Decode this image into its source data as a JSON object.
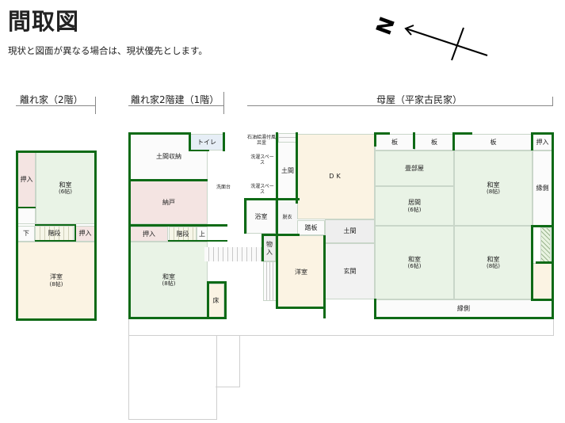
{
  "title": "間取図",
  "note": "現状と図面が異なる場合は、現状優先とします。",
  "compass": {
    "label": "N"
  },
  "sections": {
    "annex_2f": "離れ家（2階）",
    "annex_1f": "離れ家2階建（1階）",
    "main": "母屋（平家古民家）"
  },
  "annex_2f": {
    "oshiire1": "押入",
    "washitsu": "和室",
    "washitsu_size": "(6帖)",
    "down": "下",
    "stairs": "階段",
    "oshiire2": "押入",
    "yoshitsu": "洋室",
    "yoshitsu_size": "(8帖)"
  },
  "annex_1f": {
    "doma_storage": "土間収納",
    "toilet": "トイレ",
    "nando": "納戸",
    "washbasin": "洗面台",
    "oshiire": "押入",
    "stairs": "階段",
    "up": "上",
    "washitsu": "和室",
    "washitsu_size": "(8帖)",
    "toko": "床"
  },
  "main": {
    "boiler": "石油給湯付風呂釜",
    "laundry1": "洗濯スペース",
    "laundry2": "洗濯スペース",
    "doma1": "土間",
    "bath": "浴室",
    "dressing": "脱衣",
    "storage": "物入",
    "yoshitsu": "洋室",
    "fumiita": "踏板",
    "dk": "DK",
    "doma2": "土間",
    "genkan": "玄関",
    "ita1": "板",
    "ita2": "板",
    "ita3": "板",
    "oshiire": "押入",
    "tatami_room": "畳部屋",
    "ima": "居間",
    "ima_size": "(6帖)",
    "washitsu_ne": "和室",
    "washitsu_ne_size": "(8帖)",
    "engawa_side": "縁側",
    "washitsu_sw": "和室",
    "washitsu_sw_size": "(6帖)",
    "washitsu_se": "和室",
    "washitsu_se_size": "(8帖)",
    "engawa_bottom": "縁側"
  }
}
